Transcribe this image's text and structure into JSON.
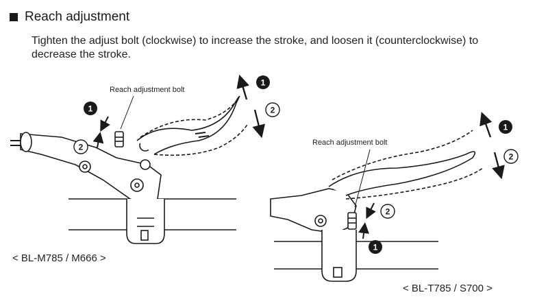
{
  "section": {
    "title": "Reach adjustment",
    "description": "Tighten the adjust bolt (clockwise) to increase the stroke, and loosen it (counterclockwise) to decrease the stroke."
  },
  "figure_left": {
    "callout": "Reach adjustment bolt",
    "caption": "< BL-M785 / M666 >",
    "step_1": "1",
    "step_2": "2"
  },
  "figure_right": {
    "callout": "Reach adjustment bolt",
    "caption": "< BL-T785 / S700 >",
    "step_1": "1",
    "step_2": "2"
  }
}
